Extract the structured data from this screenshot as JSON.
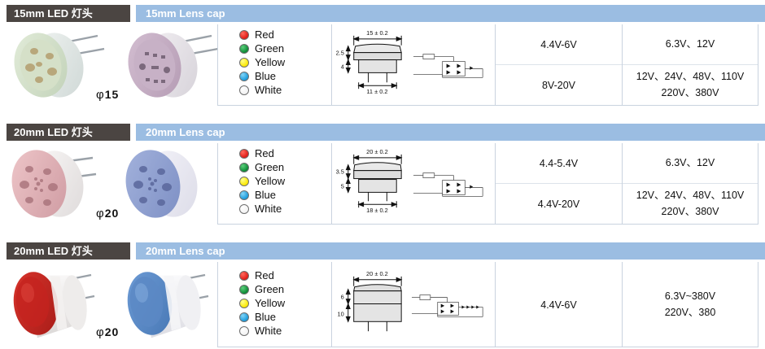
{
  "page": {
    "title": "LED lamp head / lens cap specification table",
    "accent_dark": "#4b4542",
    "accent_blue": "#9bbde2",
    "border": "#c9d3df"
  },
  "color_legend": [
    {
      "name": "Red",
      "label": "Red",
      "hex": "#e01b16"
    },
    {
      "name": "Green",
      "label": "Green",
      "hex": "#0a8a34"
    },
    {
      "name": "Yellow",
      "label": "Yellow",
      "hex": "#fbe800"
    },
    {
      "name": "Blue",
      "label": "Blue",
      "hex": "#1a9bdc"
    },
    {
      "name": "White",
      "label": "White",
      "hex": "#ffffff"
    }
  ],
  "sections": [
    {
      "id": "led-15mm",
      "header_left": "15mm LED 灯头",
      "header_right": "15mm Lens cap",
      "diameter_label_prefix": "φ",
      "diameter_label_value": "15",
      "drawing": {
        "top_dim": "15 ± 0.2",
        "bottom_dim": "11 ± 0.2",
        "height_upper": "2.5",
        "height_lower": "4"
      },
      "rows": [
        {
          "voltage": "4.4V-6V",
          "range": [
            "6.3V、12V"
          ]
        },
        {
          "voltage": "8V-20V",
          "range": [
            "12V、24V、48V、110V",
            "220V、380V"
          ]
        }
      ],
      "photos": [
        {
          "name": "led-15mm-green-face",
          "face": "#d7e3cd",
          "body": "#e8eef0"
        },
        {
          "name": "led-15mm-violet-face",
          "face": "#c6aec4",
          "body": "#e9e6ea"
        }
      ]
    },
    {
      "id": "led-20mm-flat",
      "header_left": "20mm LED 灯头",
      "header_right": "20mm Lens cap",
      "diameter_label_prefix": "φ",
      "diameter_label_value": "20",
      "drawing": {
        "top_dim": "20 ± 0.2",
        "bottom_dim": "18 ± 0.2",
        "height_upper": "3.5",
        "height_lower": "5"
      },
      "rows": [
        {
          "voltage": "4.4-5.4V",
          "range": [
            "6.3V、12V"
          ]
        },
        {
          "voltage": "4.4V-20V",
          "range": [
            "12V、24V、48V、110V",
            "220V、380V"
          ]
        }
      ],
      "photos": [
        {
          "name": "led-20mm-pink-face",
          "face": "#dfb2b6",
          "body": "#f1efee"
        },
        {
          "name": "led-20mm-blue-face",
          "face": "#8e9fd0",
          "body": "#e6e8f2"
        }
      ]
    },
    {
      "id": "led-20mm-dome",
      "header_left": "20mm LED 灯头",
      "header_right": "20mm Lens cap",
      "diameter_label_prefix": "φ",
      "diameter_label_value": "20",
      "drawing": {
        "top_dim": "20 ± 0.2",
        "bottom_dim": "",
        "height_upper": "6",
        "height_lower": "10"
      },
      "rows": [
        {
          "voltage": "4.4V-6V",
          "range": [
            "6.3V~380V",
            "220V、380"
          ]
        }
      ],
      "photos": [
        {
          "name": "led-20mm-red-cap",
          "face": "#c4231f",
          "body": "#eceaea"
        },
        {
          "name": "led-20mm-blue-cap",
          "face": "#5b88c4",
          "body": "#f0f0f2"
        }
      ]
    }
  ]
}
